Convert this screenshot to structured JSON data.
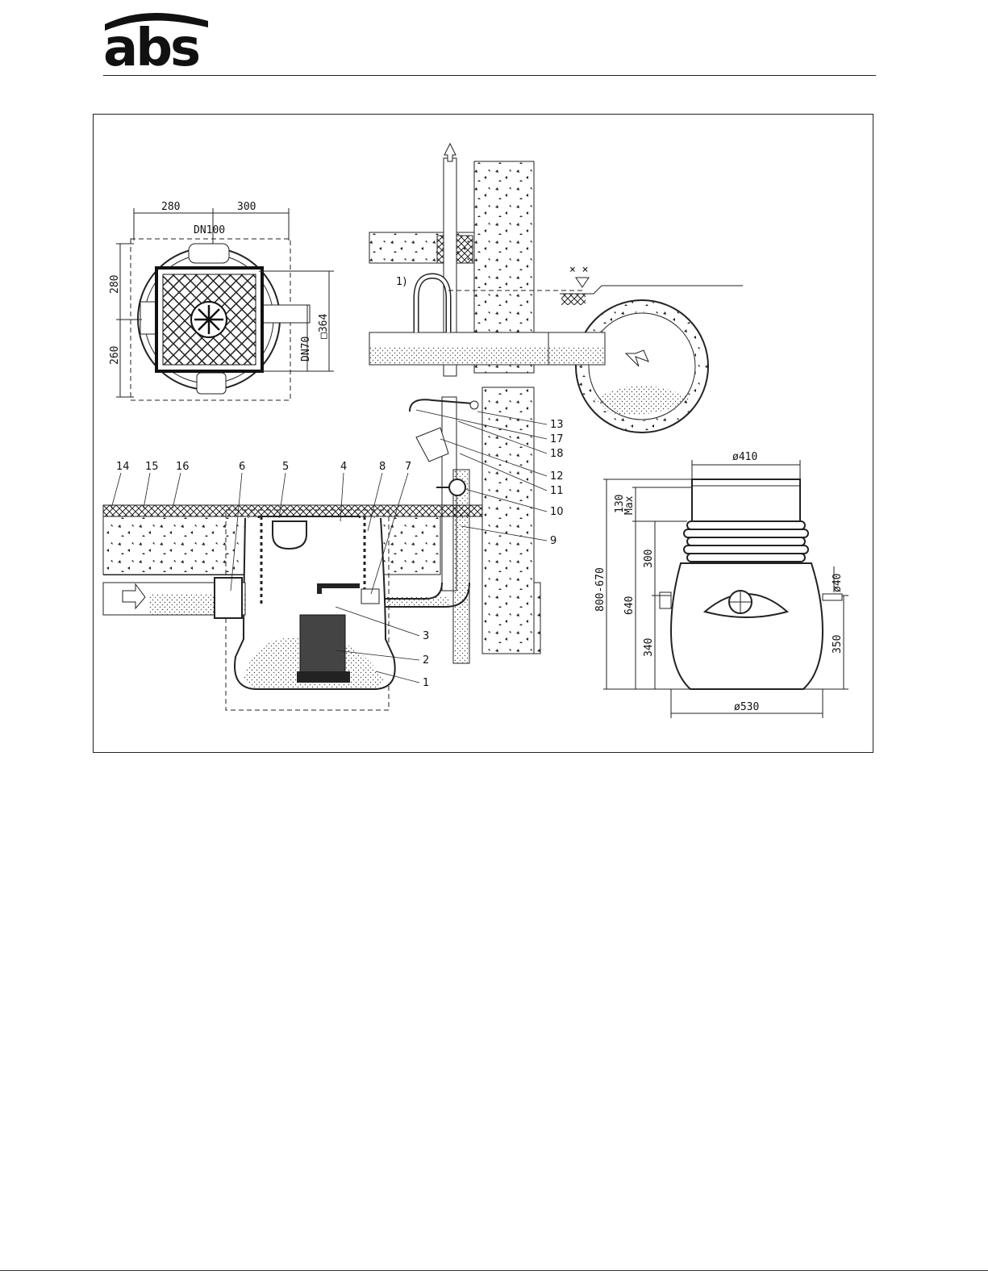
{
  "brand": {
    "logo_text": "abs"
  },
  "plan_view": {
    "dim_top_left": "280",
    "dim_top_right": "300",
    "inlet_top": "DN100",
    "dim_left_top": "280",
    "dim_left_bottom": "260",
    "outlet": "DN70",
    "dim_right": "□364"
  },
  "section_view": {
    "note": "1)",
    "water_level_mark": "× ×",
    "callouts": [
      "14",
      "15",
      "16",
      "6",
      "5",
      "4",
      "8",
      "7",
      "13",
      "17",
      "18",
      "12",
      "11",
      "10",
      "9",
      "3",
      "2",
      "1"
    ]
  },
  "side_view": {
    "dia_top": "ø410",
    "dia_bottom": "ø530",
    "h_total": "800-670",
    "h_max": "130",
    "h_max_label": "Max",
    "h_640": "640",
    "h_300": "300",
    "h_340": "340",
    "h_350": "350",
    "dia_outlet": "ø40"
  }
}
